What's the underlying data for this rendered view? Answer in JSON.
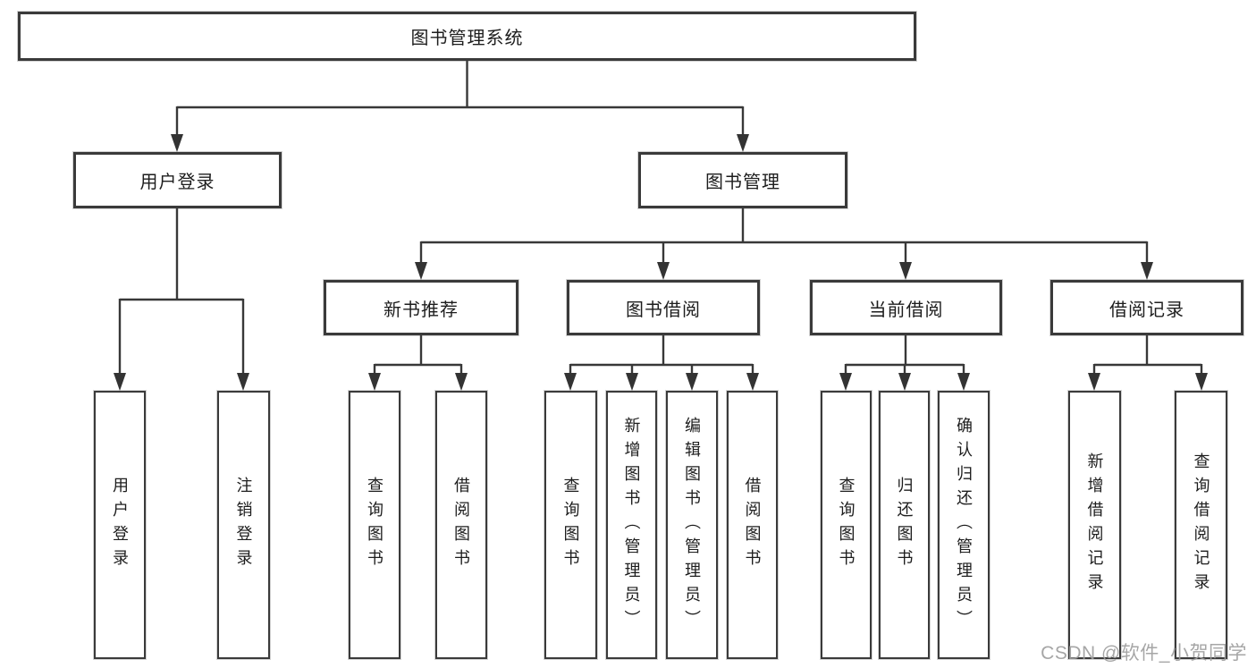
{
  "diagram": {
    "title": "图书管理系统",
    "children": [
      {
        "label": "用户登录",
        "children": [
          {
            "label": "用户登录"
          },
          {
            "label": "注销登录"
          }
        ]
      },
      {
        "label": "图书管理",
        "children": [
          {
            "label": "新书推荐",
            "children": [
              {
                "label": "查询图书"
              },
              {
                "label": "借阅图书"
              }
            ]
          },
          {
            "label": "图书借阅",
            "children": [
              {
                "label": "查询图书"
              },
              {
                "label": "新增图书（管理员）"
              },
              {
                "label": "编辑图书（管理员）"
              },
              {
                "label": "借阅图书"
              }
            ]
          },
          {
            "label": "当前借阅",
            "children": [
              {
                "label": "查询图书"
              },
              {
                "label": "归还图书"
              },
              {
                "label": "确认归还（管理员）"
              }
            ]
          },
          {
            "label": "借阅记录",
            "children": [
              {
                "label": "新增借阅记录"
              },
              {
                "label": "查询借阅记录"
              }
            ]
          }
        ]
      }
    ]
  },
  "watermark": "CSDN @软件_小贺同学",
  "colors": {
    "line": "#383838",
    "box_border": "#3a3a3a",
    "box_background": "#ffffff",
    "text": "#1d1d1d",
    "watermark": "#9d9d9d"
  }
}
